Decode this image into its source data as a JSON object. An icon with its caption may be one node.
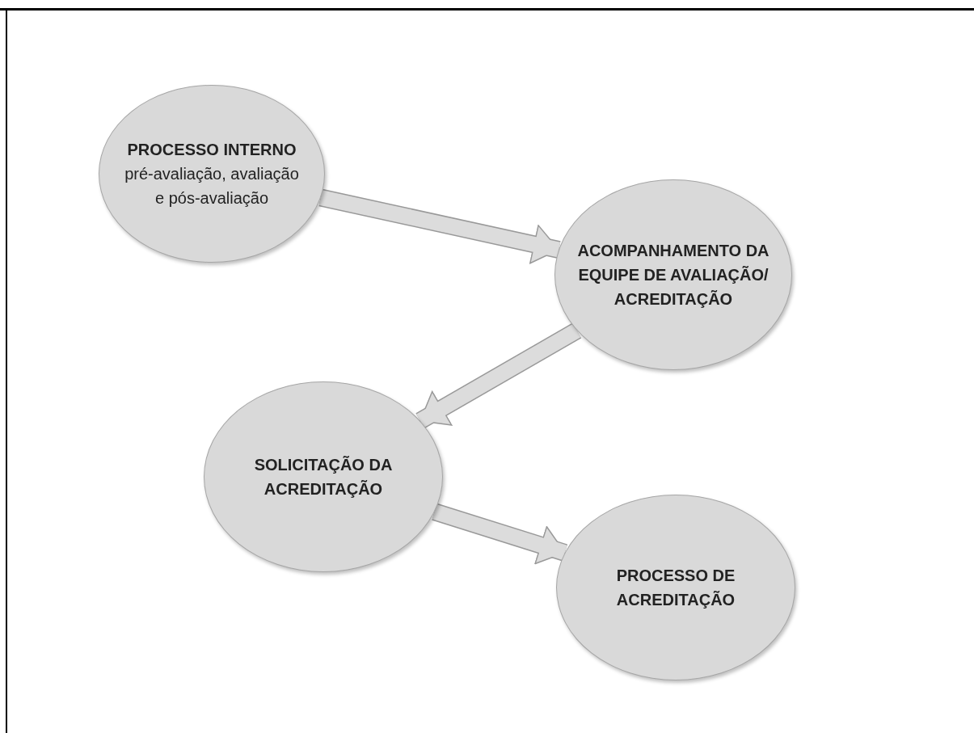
{
  "diagram": {
    "nodes": [
      {
        "text": [
          "PROCESSO INTERNO",
          "pré-avaliação, avaliação e pós-avaliação"
        ]
      },
      {
        "text": [
          "ACOMPANHAMENTO DA EQUIPE DE AVALIAÇÃO/ ACREDITAÇÃO"
        ]
      },
      {
        "text": [
          "SOLICITAÇÃO DA ACREDITAÇÃO"
        ]
      },
      {
        "text": [
          "PROCESSO DE ACREDITAÇÃO"
        ]
      }
    ],
    "edges": [
      {
        "from": 0,
        "to": 1,
        "arrow": "to"
      },
      {
        "from": 1,
        "to": 2,
        "arrow": "to"
      },
      {
        "from": 2,
        "to": 3,
        "arrow": "to"
      }
    ]
  }
}
